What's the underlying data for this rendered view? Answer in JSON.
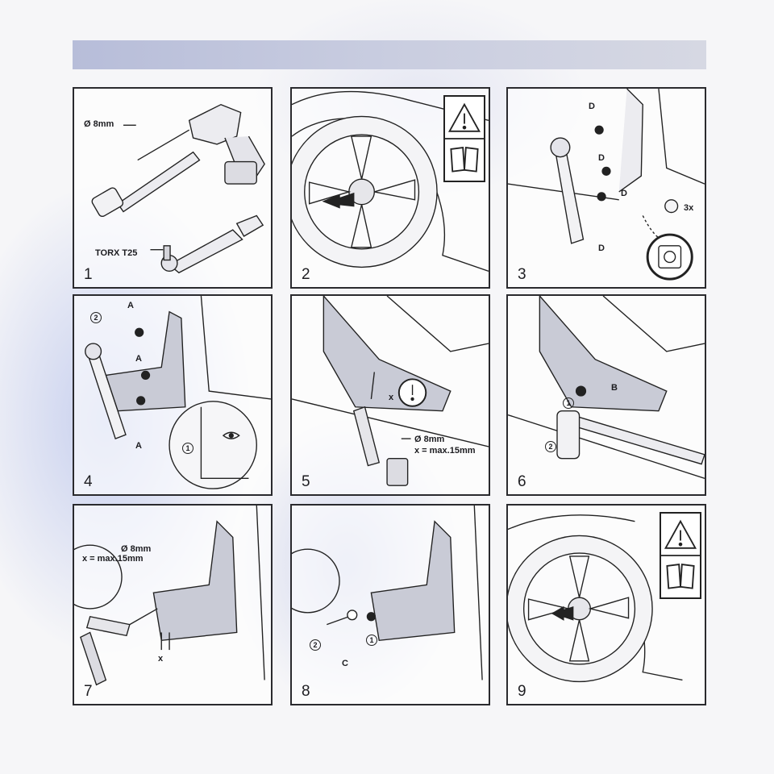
{
  "steps": [
    {
      "number": "1",
      "labels": {
        "drill": "Ø 8mm",
        "torx": "TORX T25"
      }
    },
    {
      "number": "2"
    },
    {
      "number": "3",
      "labels": {
        "d1": "D",
        "d2": "D",
        "d3": "D",
        "d4": "D",
        "qty": "3x"
      }
    },
    {
      "number": "4",
      "labels": {
        "a1": "A",
        "a2": "A",
        "a3": "A",
        "c1": "1",
        "c2": "2"
      }
    },
    {
      "number": "5",
      "labels": {
        "drill": "Ø 8mm",
        "depth": "x = max.15mm",
        "x": "x"
      }
    },
    {
      "number": "6",
      "labels": {
        "b": "B",
        "c1": "1",
        "c2": "2"
      }
    },
    {
      "number": "7",
      "labels": {
        "drill": "Ø 8mm",
        "depth": "x = max.15mm",
        "x": "x"
      }
    },
    {
      "number": "8",
      "labels": {
        "c": "C",
        "c1": "1",
        "c2": "2"
      }
    },
    {
      "number": "9"
    }
  ],
  "icons": {
    "warning": "warning-triangle-icon",
    "manual": "open-book-icon",
    "recycle": "recycle-bin-icon",
    "eye": "eye-icon",
    "caution": "exclamation-circle-icon"
  },
  "colors": {
    "line": "#222226",
    "part": "#c9cbd6",
    "header": "#c3c8de"
  }
}
